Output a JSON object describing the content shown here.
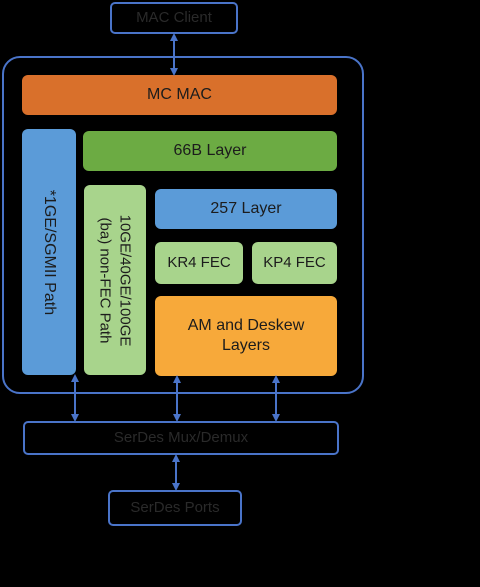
{
  "blocks": {
    "mac_client": "MAC Client",
    "mc_mac": "MC MAC",
    "layer_66b": "66B Layer",
    "layer_257": "257 Layer",
    "kr4_fec": "KR4 FEC",
    "kp4_fec": "KP4 FEC",
    "am_deskew": "AM and Deskew\nLayers",
    "sgmii_path": "*1GE/SGMII Path",
    "non_fec_path": "10GE/40GE/100GE\n(ba) non-FEC Path",
    "serdes_mux": "SerDes Mux/Demux",
    "serdes_ports": "SerDes Ports"
  },
  "colors": {
    "mc_mac": "#d9702b",
    "layer_66b": "#6cab43",
    "layer_257": "#5b9bd8",
    "fec": "#a8d48c",
    "am_deskew": "#f7a93a",
    "sgmii_path": "#5b9bd8",
    "non_fec_path": "#a8d48c",
    "outline": "#4a74c9"
  }
}
